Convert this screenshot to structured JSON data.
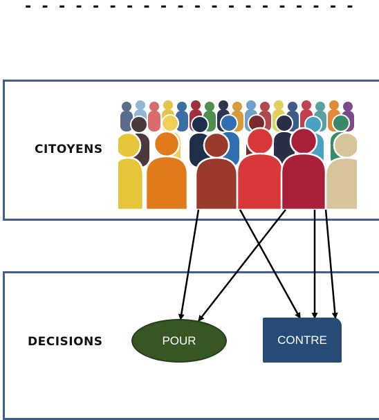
{
  "header": {
    "dashes": "- - - - - - - - - - - - - - - - - - - - - - - - - - - - - - - - -"
  },
  "top_section": {
    "label": "CITOYENS",
    "image_icon": "crowd-of-people-illustration"
  },
  "bottom_section": {
    "label": "DECISIONS",
    "nodes": {
      "pour": "POUR",
      "contre": "CONTRE"
    }
  },
  "colors": {
    "panel_border": "#3f5f8f",
    "pour_fill": "#375623",
    "contre_fill": "#264b77",
    "arrow": "#000000"
  }
}
